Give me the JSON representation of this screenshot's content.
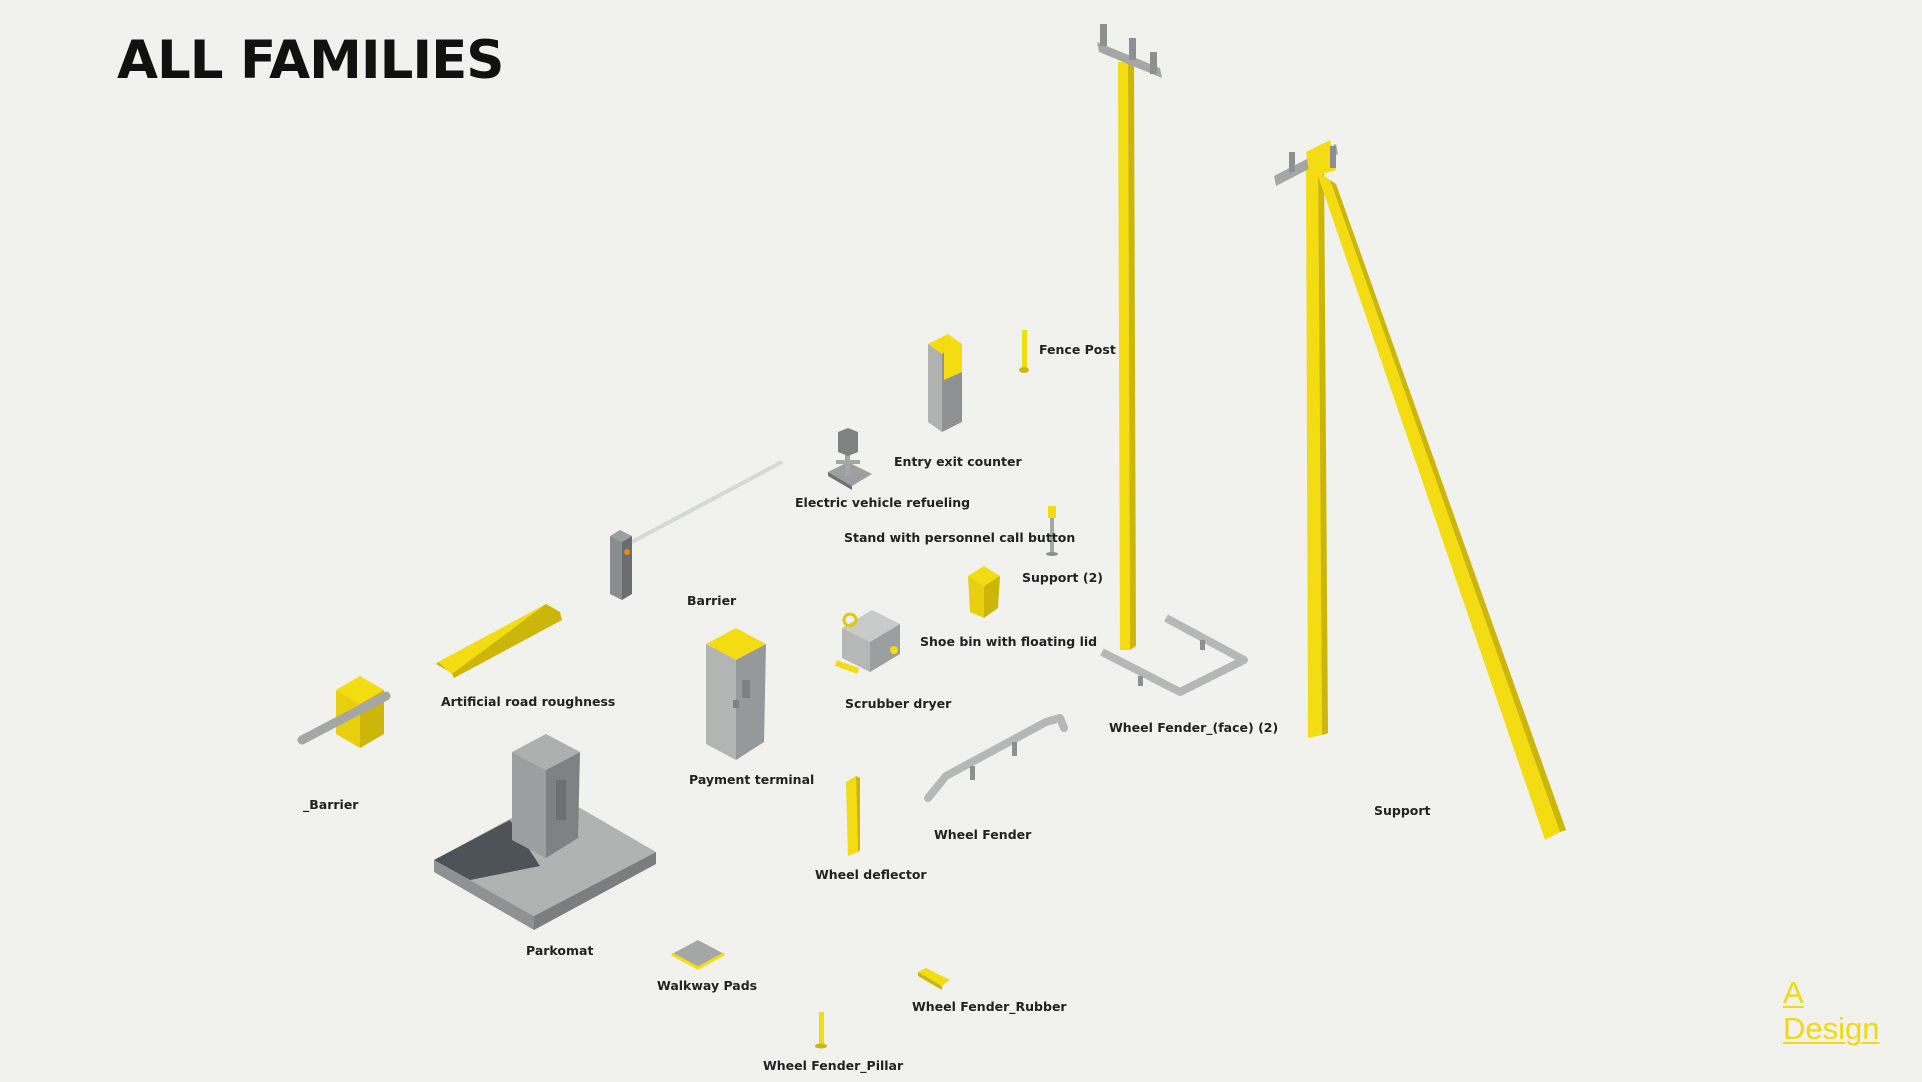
{
  "header": {
    "title": "ALL FAMILIES"
  },
  "colors": {
    "accent": "#f3dc12",
    "accent_dark": "#cdb60a",
    "gray": "#a5a7a7",
    "gray_dark": "#7e8081",
    "background": "#f1f1ee"
  },
  "families": [
    {
      "id": "fence-post",
      "label": "Fence Post"
    },
    {
      "id": "entry-exit-counter",
      "label": "Entry exit counter"
    },
    {
      "id": "electric-vehicle-refueling",
      "label": "Electric vehicle refueling"
    },
    {
      "id": "stand-call-button",
      "label": "Stand with personnel call button"
    },
    {
      "id": "support-2",
      "label": "Support (2)"
    },
    {
      "id": "barrier",
      "label": "Barrier"
    },
    {
      "id": "shoe-bin",
      "label": "Shoe bin with floating lid"
    },
    {
      "id": "artificial-road-roughness",
      "label": "Artificial road roughness"
    },
    {
      "id": "scrubber-dryer",
      "label": "Scrubber dryer"
    },
    {
      "id": "wheel-fender-face-2",
      "label": "Wheel Fender_(face) (2)"
    },
    {
      "id": "payment-terminal",
      "label": "Payment terminal"
    },
    {
      "id": "barrier-underscore",
      "label": "_Barrier"
    },
    {
      "id": "support",
      "label": "Support"
    },
    {
      "id": "wheel-fender",
      "label": "Wheel Fender"
    },
    {
      "id": "wheel-deflector",
      "label": "Wheel deflector"
    },
    {
      "id": "parkomat",
      "label": "Parkomat"
    },
    {
      "id": "walkway-pads",
      "label": "Walkway Pads"
    },
    {
      "id": "wheel-fender-rubber",
      "label": "Wheel Fender_Rubber"
    },
    {
      "id": "wheel-fender-pillar",
      "label": "Wheel Fender_Pillar"
    }
  ],
  "logo": {
    "line1": "A",
    "line2": "Design"
  }
}
